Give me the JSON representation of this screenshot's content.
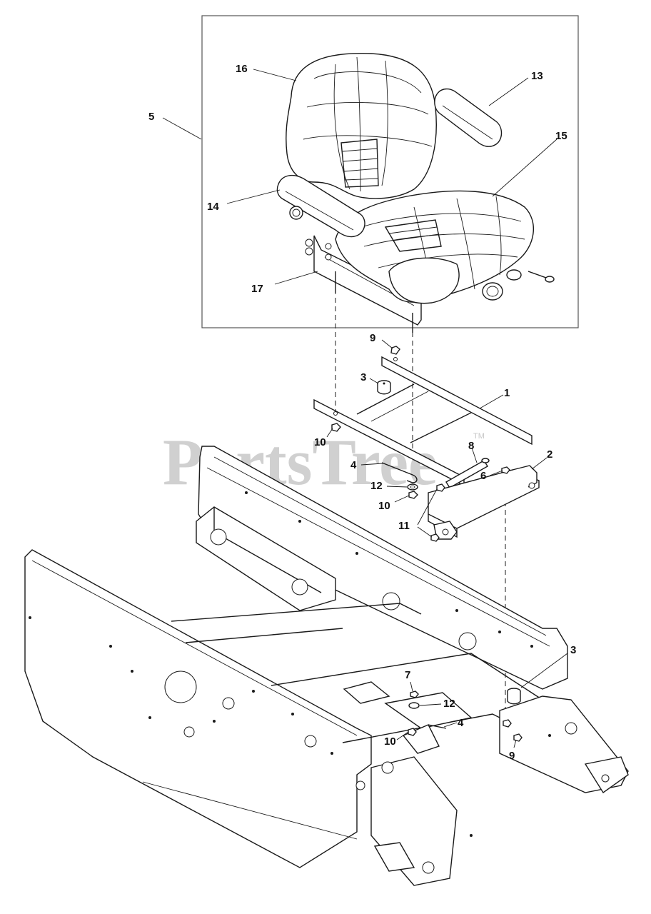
{
  "watermark": {
    "brand": "PartsTree",
    "trademark": "TM"
  },
  "callouts": [
    {
      "id": "c5",
      "text": "5"
    },
    {
      "id": "c16",
      "text": "16"
    },
    {
      "id": "c13",
      "text": "13"
    },
    {
      "id": "c15",
      "text": "15"
    },
    {
      "id": "c14",
      "text": "14"
    },
    {
      "id": "c17",
      "text": "17"
    },
    {
      "id": "c9a",
      "text": "9"
    },
    {
      "id": "c3a",
      "text": "3"
    },
    {
      "id": "c1",
      "text": "1"
    },
    {
      "id": "c10a",
      "text": "10"
    },
    {
      "id": "c8",
      "text": "8"
    },
    {
      "id": "c2",
      "text": "2"
    },
    {
      "id": "c4a",
      "text": "4"
    },
    {
      "id": "c6",
      "text": "6"
    },
    {
      "id": "c12a",
      "text": "12"
    },
    {
      "id": "c10b",
      "text": "10"
    },
    {
      "id": "c11",
      "text": "11"
    },
    {
      "id": "c3b",
      "text": "3"
    },
    {
      "id": "c7",
      "text": "7"
    },
    {
      "id": "c12b",
      "text": "12"
    },
    {
      "id": "c4b",
      "text": "4"
    },
    {
      "id": "c10c",
      "text": "10"
    },
    {
      "id": "c9b",
      "text": "9"
    }
  ]
}
